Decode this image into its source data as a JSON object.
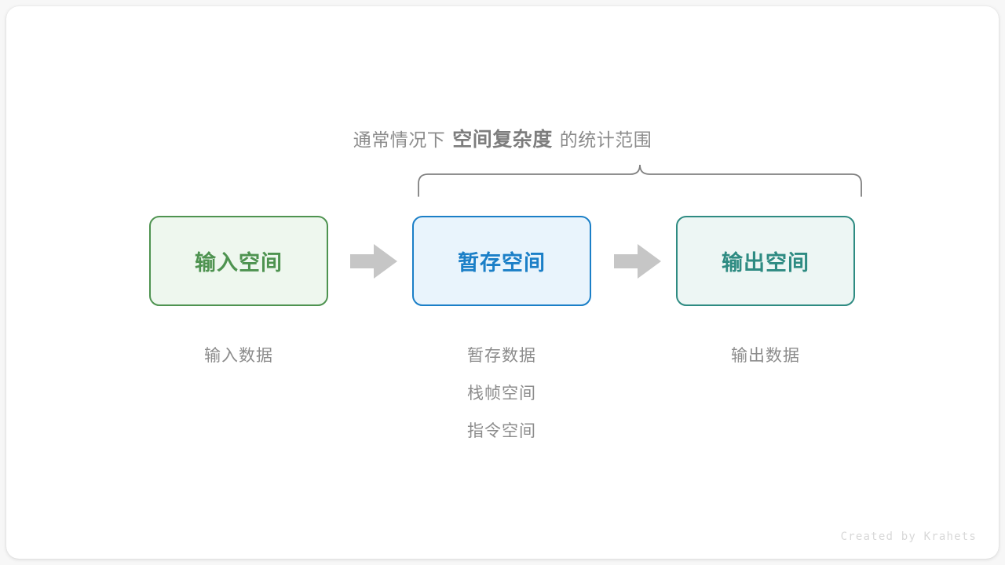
{
  "diagram": {
    "brace_title": {
      "prefix": "通常情况下",
      "emphasis": "空间复杂度",
      "suffix": "的统计范围"
    },
    "boxes": [
      {
        "label": "输入空间",
        "color": "#4e9350",
        "fill": "#eef7ee"
      },
      {
        "label": "暂存空间",
        "color": "#1b7fc7",
        "fill": "#e9f4fc"
      },
      {
        "label": "输出空间",
        "color": "#2e8b82",
        "fill": "#edf6f4"
      }
    ],
    "arrows": [
      {
        "name": "arrow-input-to-temp",
        "color": "#c6c6c6"
      },
      {
        "name": "arrow-temp-to-output",
        "color": "#c6c6c6"
      }
    ],
    "captions": [
      {
        "lines": [
          "输入数据"
        ]
      },
      {
        "lines": [
          "暂存数据",
          "栈帧空间",
          "指令空间"
        ]
      },
      {
        "lines": [
          "输出数据"
        ]
      }
    ],
    "brace": {
      "stroke": "#808080",
      "name": "curly-brace-span"
    },
    "watermark": "Created by Krahets"
  }
}
